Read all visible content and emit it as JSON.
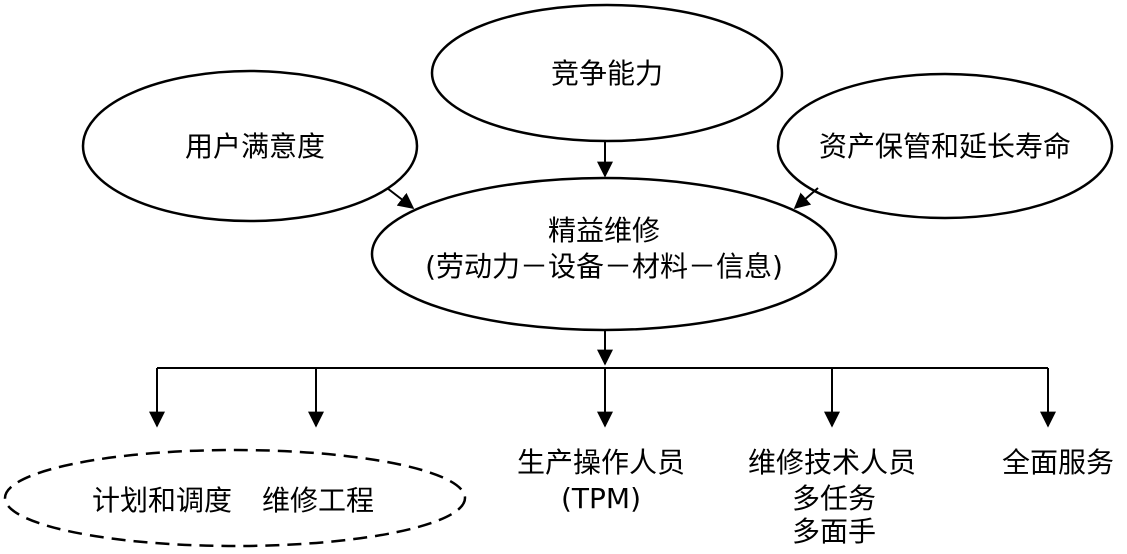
{
  "top_nodes": {
    "competitiveness": "竞争能力",
    "customer_satisfaction": "用户满意度",
    "asset_care": "资产保管和延长寿命"
  },
  "center_node": {
    "title": "精益维修",
    "subtitle": "(劳动力－设备－材料－信息)"
  },
  "bottom_nodes": {
    "planning": "计划和调度",
    "engineering": "维修工程",
    "operators_line1": "生产操作人员",
    "operators_line2": "(TPM)",
    "technicians_line1": "维修技术人员",
    "technicians_line2": "多任务",
    "technicians_line3": "多面手",
    "full_service": "全面服务"
  }
}
